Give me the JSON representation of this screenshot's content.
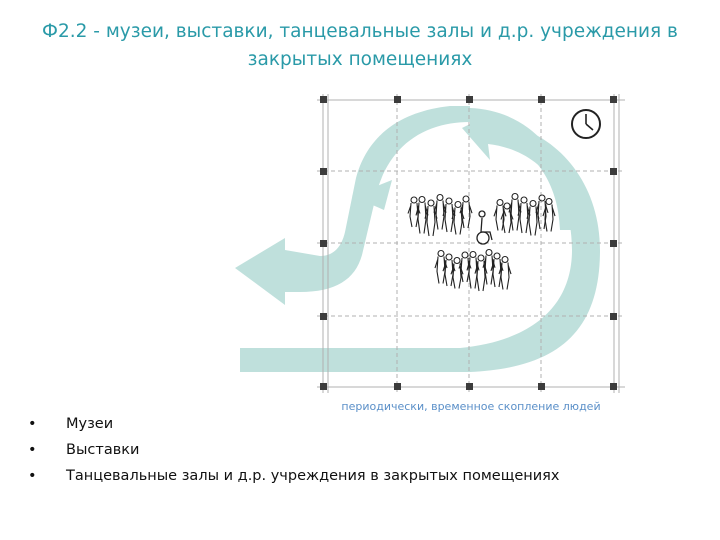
{
  "slide": {
    "title": "Ф2.2 - музеи, выставки, танцевальные залы и д.р. учреждения в закрытых помещениях"
  },
  "diagram": {
    "caption": "периодически, временное скопление людей",
    "icons": [
      "clock-icon",
      "crowd-icon",
      "wheelchair-icon",
      "flow-arrow-icon"
    ],
    "colors": {
      "arrow": "#bfe0dc",
      "grid": "#b0b0b0",
      "node": "#3c3c3c",
      "figure": "#222222"
    }
  },
  "bullets": [
    {
      "text": "Музеи"
    },
    {
      "text": "Выставки"
    },
    {
      "text": "Танцевальные залы и д.р. учреждения в закрытых помещениях"
    }
  ]
}
